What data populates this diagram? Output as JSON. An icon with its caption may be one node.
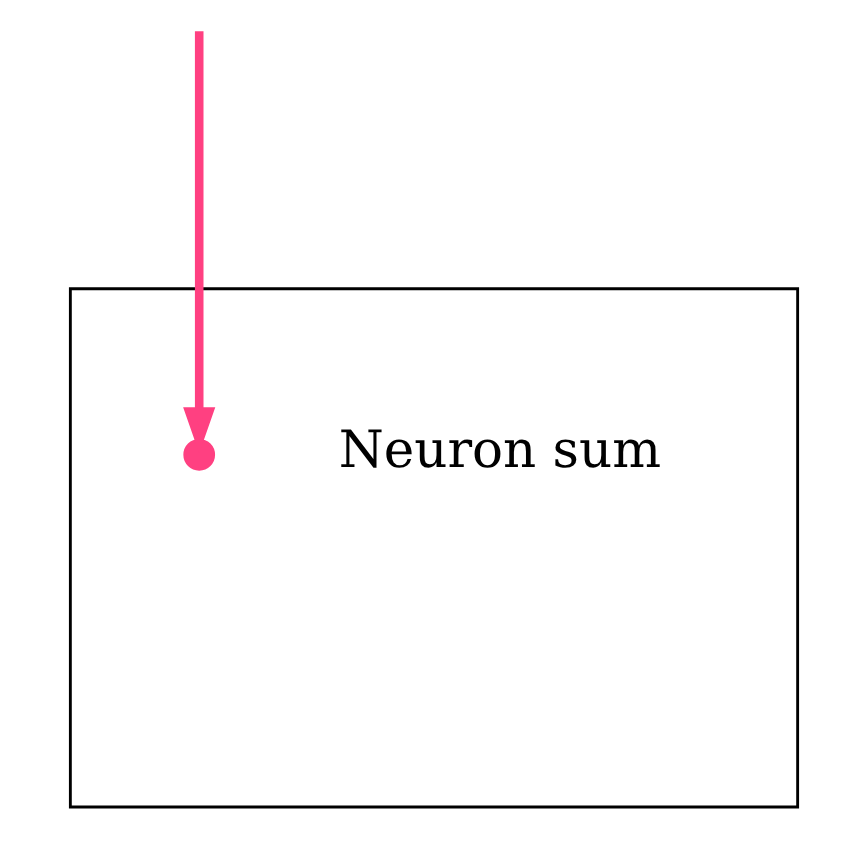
{
  "diagram": {
    "nodes": [
      {
        "text": [],
        "shape": "box"
      },
      {
        "text": [],
        "shape": "circle",
        "in": 0,
        "beside": [
          "Neuron sum"
        ]
      }
    ],
    "edges": [
      {
        "from": null,
        "to": 1,
        "arrow": "to",
        "color": "#ff4081"
      }
    ]
  }
}
